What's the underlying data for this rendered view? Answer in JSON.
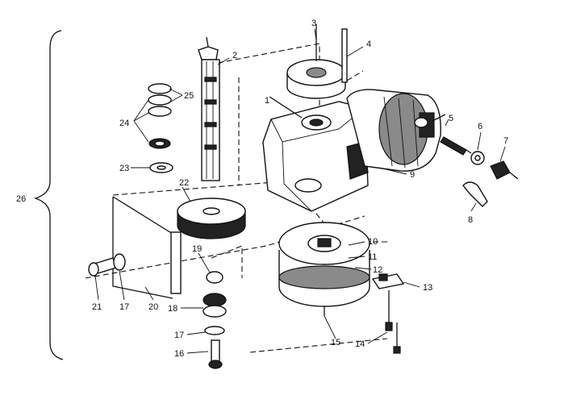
{
  "diagram": {
    "bracket_label": "26",
    "callouts": [
      {
        "id": "c1",
        "label": "1"
      },
      {
        "id": "c2",
        "label": "2"
      },
      {
        "id": "c3",
        "label": "3"
      },
      {
        "id": "c4",
        "label": "4"
      },
      {
        "id": "c5",
        "label": "5"
      },
      {
        "id": "c6",
        "label": "6"
      },
      {
        "id": "c7",
        "label": "7"
      },
      {
        "id": "c8",
        "label": "8"
      },
      {
        "id": "c9",
        "label": "9"
      },
      {
        "id": "c10",
        "label": "10"
      },
      {
        "id": "c11",
        "label": "11"
      },
      {
        "id": "c12",
        "label": "12"
      },
      {
        "id": "c13",
        "label": "13"
      },
      {
        "id": "c14",
        "label": "14"
      },
      {
        "id": "c15",
        "label": "15"
      },
      {
        "id": "c16",
        "label": "16"
      },
      {
        "id": "c17a",
        "label": "17"
      },
      {
        "id": "c17b",
        "label": "17"
      },
      {
        "id": "c18",
        "label": "18"
      },
      {
        "id": "c19",
        "label": "19"
      },
      {
        "id": "c20",
        "label": "20"
      },
      {
        "id": "c21",
        "label": "21"
      },
      {
        "id": "c22",
        "label": "22"
      },
      {
        "id": "c23",
        "label": "23"
      },
      {
        "id": "c24",
        "label": "24"
      },
      {
        "id": "c25",
        "label": "25"
      }
    ]
  }
}
